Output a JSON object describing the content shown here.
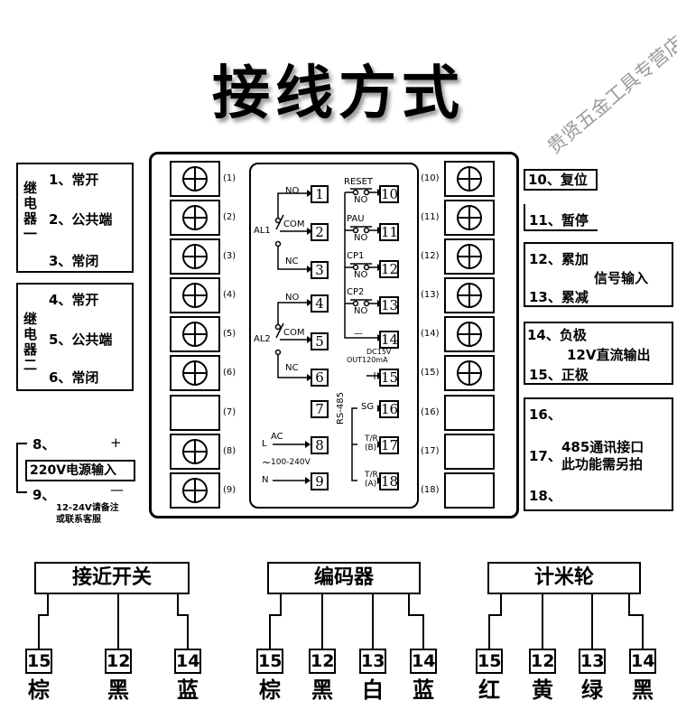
{
  "title": "接线方式",
  "watermark": "贵贤五金工具专营店",
  "left_panel": {
    "relay1_vertical": "继电器一",
    "relay1_items": [
      "1、常开",
      "2、公共端",
      "3、常闭"
    ],
    "relay2_vertical": "继电器二",
    "relay2_items": [
      "4、常开",
      "5、公共端",
      "6、常闭"
    ],
    "power_8": "8、",
    "power_plus": "+",
    "power_label": "220V电源输入",
    "power_9": "9、",
    "power_minus": "—",
    "power_note_1": "12-24V请备注",
    "power_note_2": "或联系客服"
  },
  "right_panel": {
    "reset": "10、复位",
    "pause": "11、暂停",
    "accum": "12、累加",
    "signal_in": "信号输入",
    "decr": "13、累减",
    "neg": "14、负极",
    "dc_out": "12V直流输出",
    "pos": "15、正极",
    "t16": "16、",
    "t17": "17、",
    "t18": "18、",
    "rs485_1": "485通讯接口",
    "rs485_2": "此功能需另拍"
  },
  "device": {
    "left_nums": [
      "(1)",
      "(2)",
      "(3)",
      "(4)",
      "(5)",
      "(6)",
      "(7)",
      "(8)",
      "(9)"
    ],
    "right_nums": [
      "(10)",
      "(11)",
      "(12)",
      "(13)",
      "(14)",
      "(15)",
      "(16)",
      "(17)",
      "(18)"
    ],
    "inner_left_nums": [
      "1",
      "2",
      "3",
      "4",
      "5",
      "6",
      "7",
      "8",
      "9"
    ],
    "inner_right_nums": [
      "10",
      "11",
      "12",
      "13",
      "14",
      "15",
      "16",
      "17",
      "18"
    ],
    "al1": "AL1",
    "al2": "AL2",
    "no": "NO",
    "com": "COM",
    "nc": "NC",
    "reset": "RESET",
    "pau": "PAU",
    "cp1": "CP1",
    "cp2": "CP2",
    "minus": "—",
    "plus": "+",
    "dc15v": "DC15V",
    "out120": "OUT120mA",
    "ac": "AC",
    "l": "L",
    "n": "N",
    "tilde": "~",
    "voltage": "100-240V",
    "sg": "SG",
    "rs485": "RS-485",
    "tb": "T/R",
    "ta": "T/R",
    "b": "(B)",
    "a": "(A)"
  },
  "sensors": [
    {
      "name": "接近开关",
      "pins": [
        {
          "num": "15",
          "color": "棕"
        },
        {
          "num": "12",
          "color": "黑"
        },
        {
          "num": "14",
          "color": "蓝"
        }
      ]
    },
    {
      "name": "编码器",
      "pins": [
        {
          "num": "15",
          "color": "棕"
        },
        {
          "num": "12",
          "color": "黑"
        },
        {
          "num": "13",
          "color": "白"
        },
        {
          "num": "14",
          "color": "蓝"
        }
      ]
    },
    {
      "name": "计米轮",
      "pins": [
        {
          "num": "15",
          "color": "红"
        },
        {
          "num": "12",
          "color": "黄"
        },
        {
          "num": "13",
          "color": "绿"
        },
        {
          "num": "14",
          "color": "黑"
        }
      ]
    }
  ]
}
